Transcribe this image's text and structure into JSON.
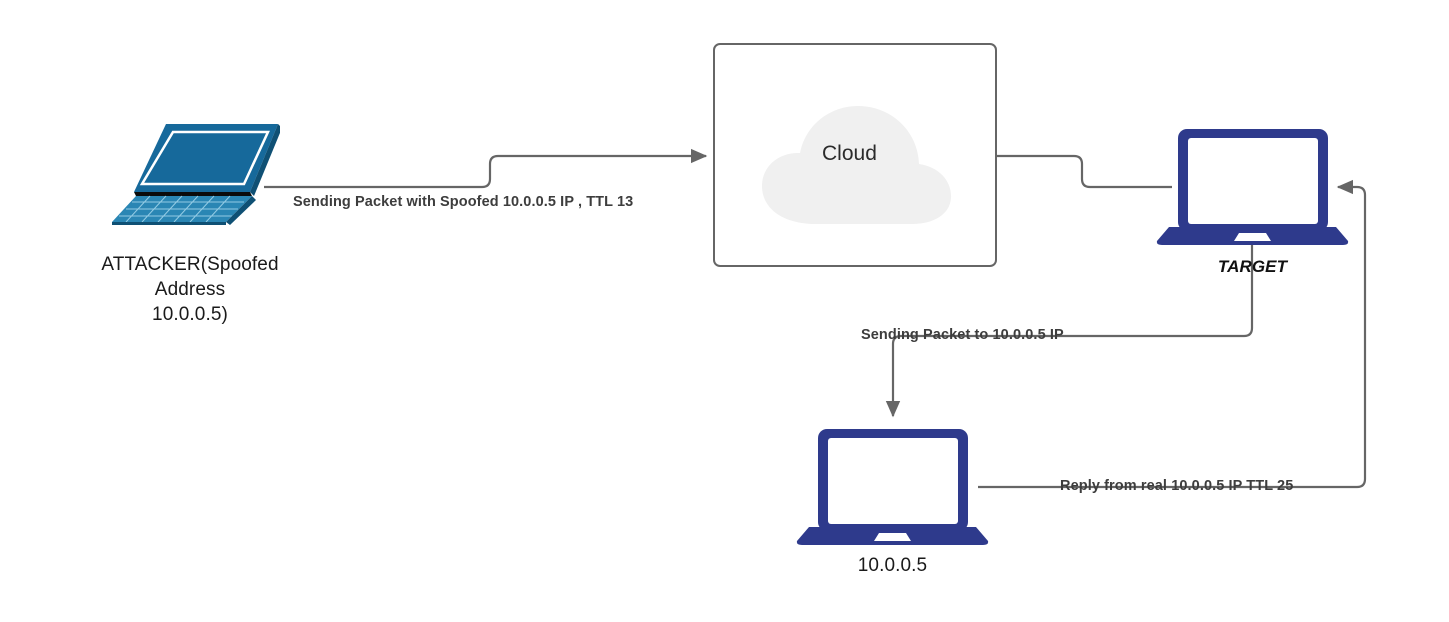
{
  "diagram": {
    "title": "IP Spoofing / TTL reflection network diagram",
    "background": "#ffffff"
  },
  "colors": {
    "attacker_device": "#16699b",
    "attacker_device_dark": "#0f5074",
    "navy_device": "#2e3a8c",
    "cloud_fill": "#f0f0f0",
    "box_border": "#666666",
    "wire": "#666666",
    "label_text": "#3d3d3d",
    "node_text": "#1a1a1a"
  },
  "nodes": [
    {
      "id": "attacker",
      "icon": "laptop-isometric-icon",
      "label": "ATTACKER(Spoofed\nAddress\n10.0.0.5)"
    },
    {
      "id": "cloud",
      "icon": "cloud-icon",
      "label": "Cloud"
    },
    {
      "id": "target",
      "icon": "laptop-icon",
      "label": "TARGET"
    },
    {
      "id": "real-host",
      "icon": "laptop-icon",
      "label": "10.0.0.5"
    }
  ],
  "edges": [
    {
      "id": "attacker-to-cloud",
      "from": "attacker",
      "to": "cloud",
      "label": "Sending Packet with Spoofed 10.0.0.5 IP , TTL 13",
      "arrow": "end"
    },
    {
      "id": "cloud-to-target",
      "from": "cloud",
      "to": "target",
      "label": "",
      "arrow": "none"
    },
    {
      "id": "target-to-real-host",
      "from": "target",
      "to": "real-host",
      "label": "Sending Packet to 10.0.0.5 IP",
      "arrow": "end"
    },
    {
      "id": "real-host-to-target",
      "from": "real-host",
      "to": "target",
      "label": "Reply from real 10.0.0.5 IP TTL 25",
      "arrow": "end"
    }
  ]
}
